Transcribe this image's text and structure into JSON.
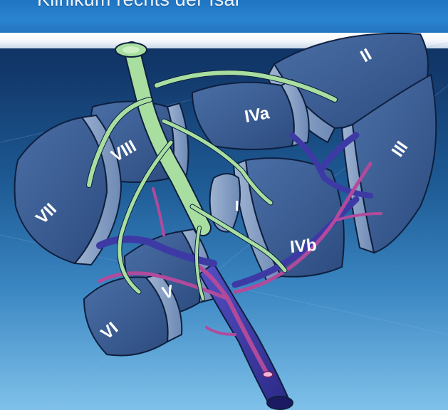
{
  "header": {
    "title": "Klinikum rechts der Isar"
  },
  "colors": {
    "header_band": "#2680cc",
    "liver": "#3b5f96",
    "liver_light": "#7d98bf",
    "bile_duct": "#a8dfa0",
    "vein": "#3d3aa6",
    "artery": "#b04a9a"
  },
  "illustration": {
    "icon": "liver-segments-anatomy",
    "segments": {
      "s2": "II",
      "s3": "III",
      "s4a": "IVa",
      "s4b": "IVb",
      "s1": "I",
      "s5": "V",
      "s6": "VI",
      "s7": "VII",
      "s8": "VIII"
    }
  }
}
